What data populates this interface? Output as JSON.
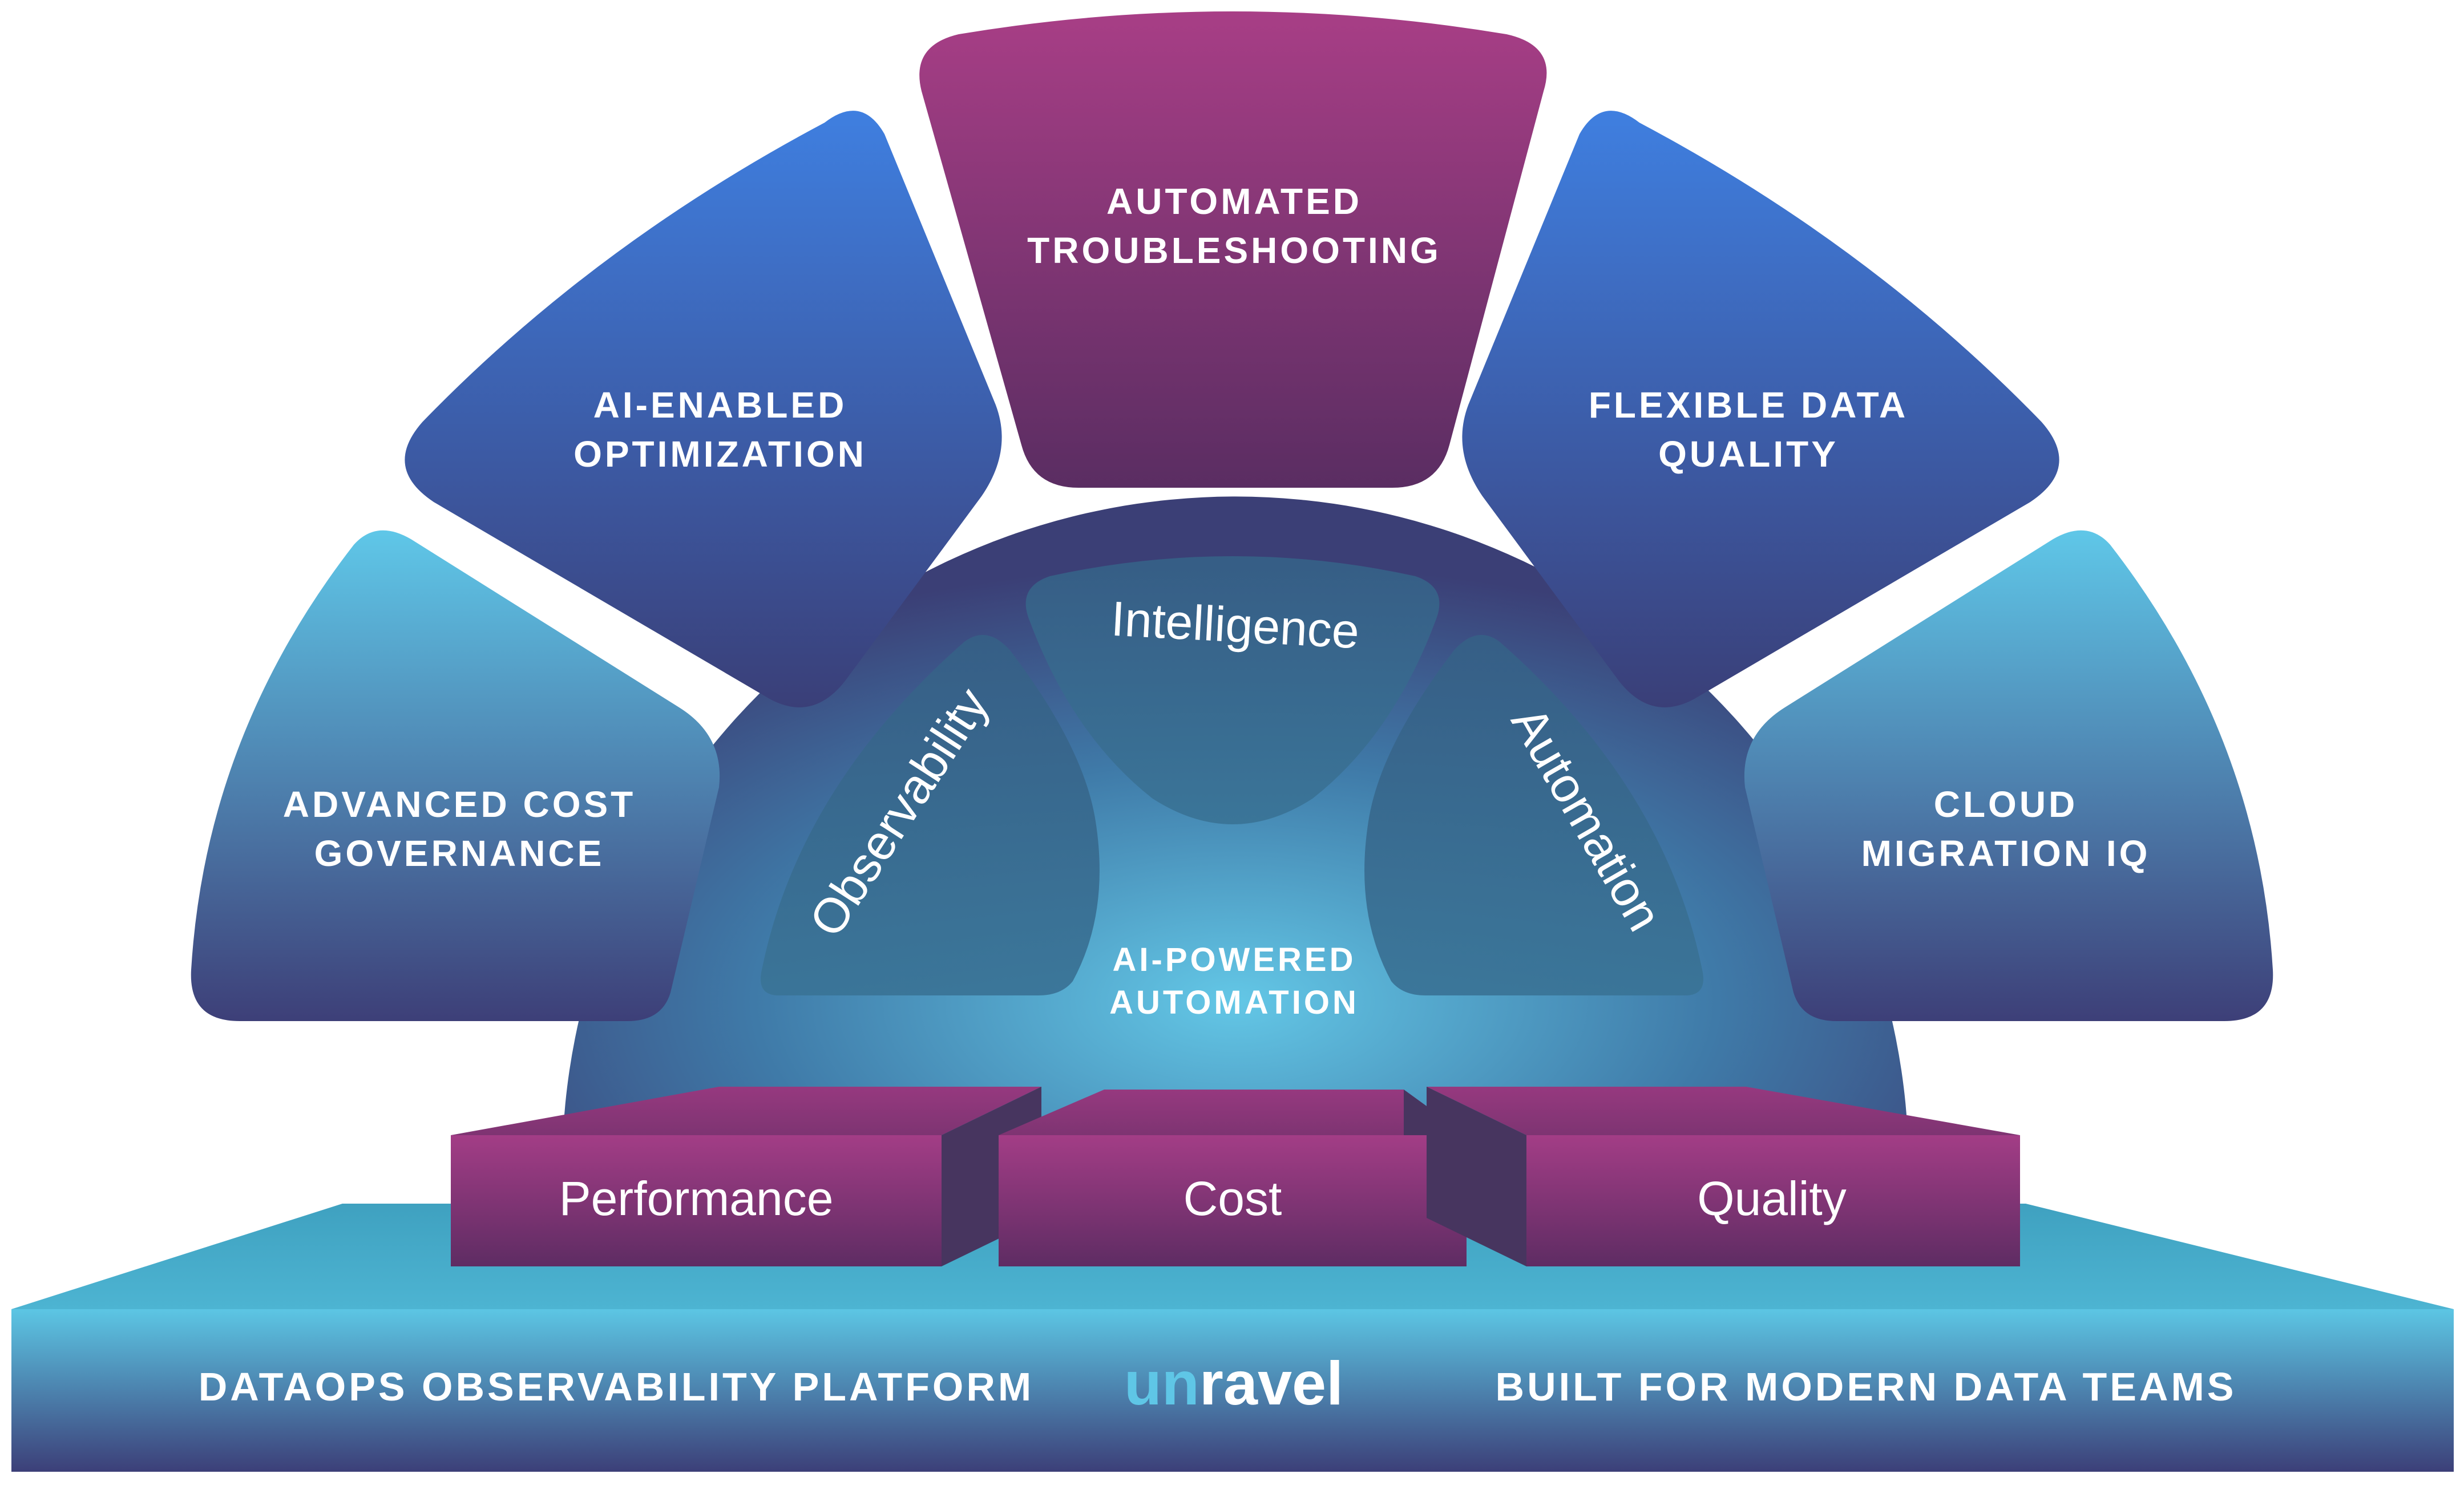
{
  "petals": {
    "cost_governance": {
      "line1": "ADVANCED COST",
      "line2": "GOVERNANCE"
    },
    "ai_optimization": {
      "line1": "AI-ENABLED",
      "line2": "OPTIMIZATION"
    },
    "troubleshooting": {
      "line1": "AUTOMATED",
      "line2": "TROUBLESHOOTING"
    },
    "data_quality": {
      "line1": "FLEXIBLE DATA",
      "line2": "QUALITY"
    },
    "cloud_migration": {
      "line1": "CLOUD",
      "line2": "MIGRATION IQ"
    }
  },
  "core": {
    "observability": "Observability",
    "intelligence": "Intelligence",
    "automation": "Automation",
    "center_line1": "AI-POWERED",
    "center_line2": "AUTOMATION"
  },
  "pillars": {
    "performance": "Performance",
    "cost": "Cost",
    "quality": "Quality"
  },
  "base": {
    "left_text": "DATAOPS OBSERVABILITY PLATFORM",
    "logo_prefix": "un",
    "logo_suffix": "ravel",
    "right_text": "BUILT FOR MODERN DATA TEAMS"
  },
  "colors": {
    "purple_top": "#a83e86",
    "purple_bottom": "#5a2d62",
    "blue_top": "#3f7fe0",
    "navy_bottom": "#3a3f78",
    "cyan_top": "#5fc7e8",
    "teal_base": "#4aabc8",
    "dome_glow": "#63c7e6"
  }
}
